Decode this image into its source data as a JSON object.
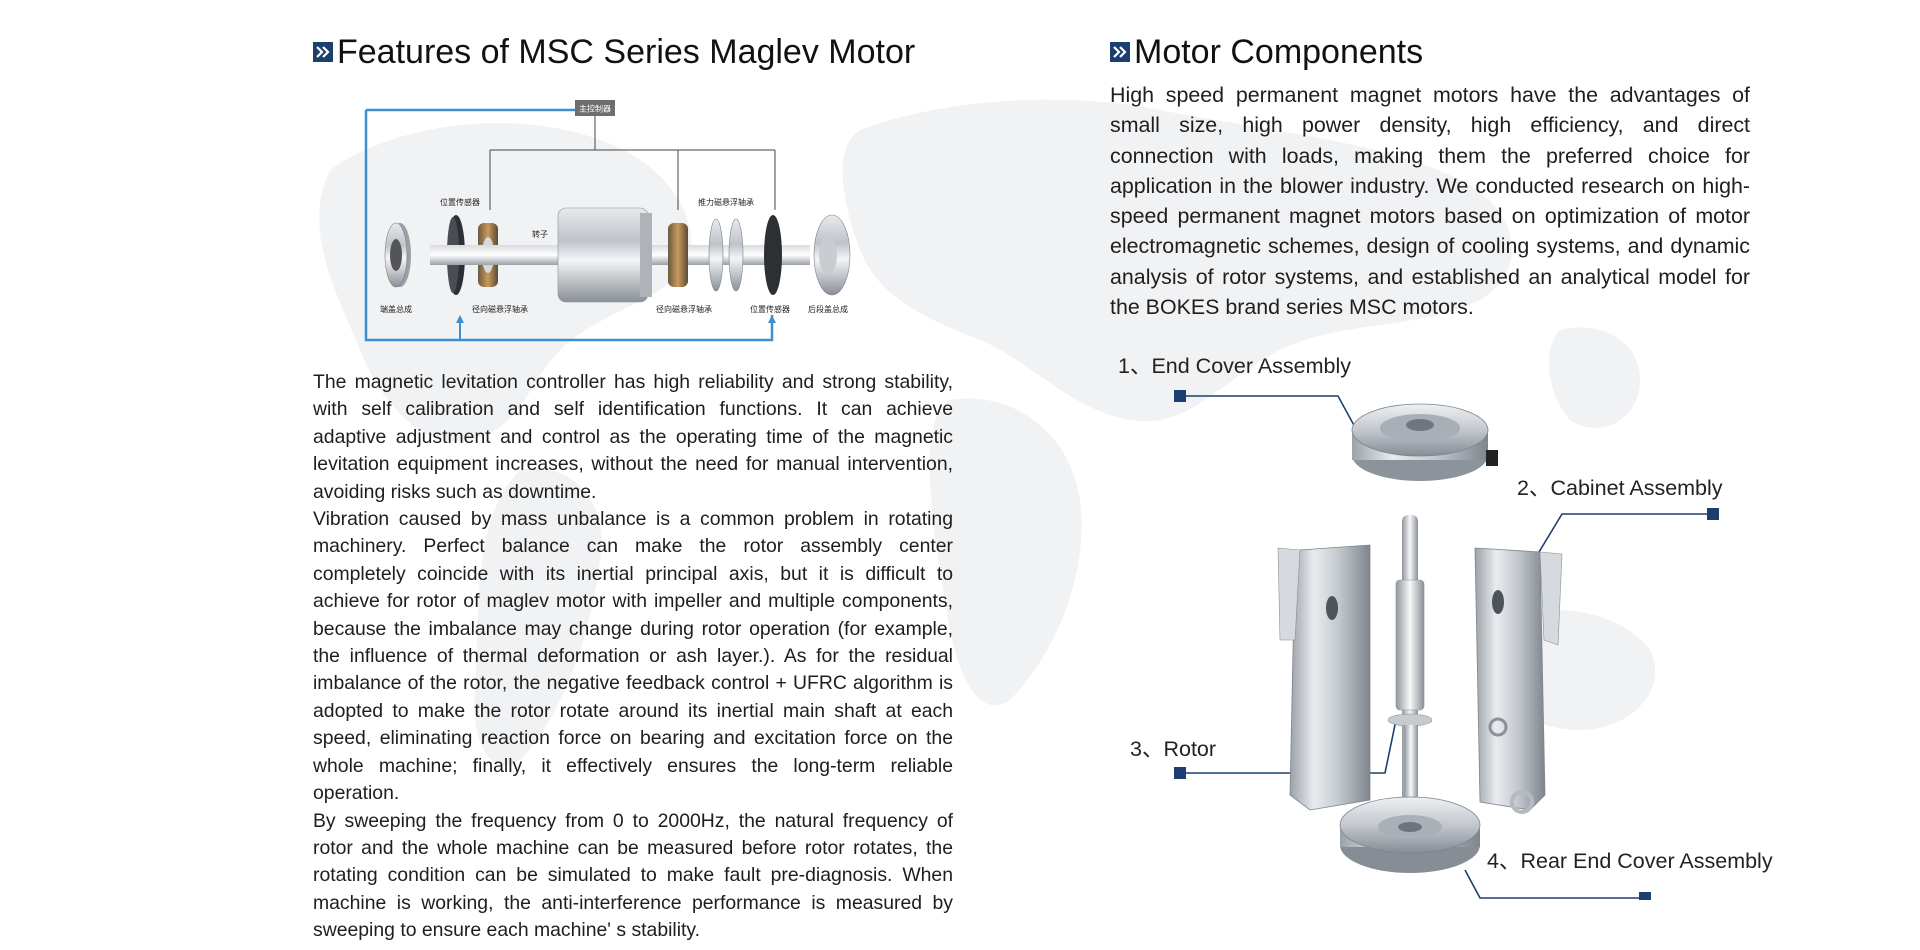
{
  "left": {
    "title": "Features of MSC Series Maglev Motor",
    "diagram": {
      "controller_label": "主控制器",
      "labels": {
        "position_sensor_top": "位置传感器",
        "thrust_bearing": "推力磁悬浮轴承",
        "rotor": "转子",
        "end_cover": "端盖总成",
        "radial_bearing_1": "径向磁悬浮轴承",
        "radial_bearing_2": "径向磁悬浮轴承",
        "position_sensor_bottom": "位置传感器",
        "rear_cover": "后段盖总成"
      }
    },
    "paragraphs": [
      "The magnetic levitation controller has high reliability and strong stability, with self calibration and self identification functions. It can achieve adaptive adjustment and control as the operating time of the magnetic levitation equipment increases, without the need for manual intervention, avoiding risks such as downtime.",
      "Vibration caused by mass unbalance is a common problem in rotating machinery. Perfect balance can make the rotor assembly center completely coincide with its inertial principal axis, but it is difficult to achieve for rotor of maglev motor with impeller and multiple components, because the imbalance may change during rotor operation (for example, the influence of thermal deformation or ash layer.). As for the residual imbalance of the rotor, the negative feedback control + UFRC algorithm is adopted to make the rotor rotate around its inertial main shaft at each speed, eliminating reaction force on bearing and excitation force on the whole machine; finally, it effectively ensures the long-term reliable operation.",
      "By sweeping the frequency from 0 to 2000Hz, the natural frequency of rotor and the whole machine can be measured before rotor rotates, the rotating condition can be simulated to make fault pre-diagnosis. When machine is working, the anti-interference performance is measured by sweeping to ensure each machine' s stability."
    ]
  },
  "right": {
    "title": "Motor Components",
    "paragraph": "High speed permanent magnet motors have the advantages of small size, high power density, high efficiency, and direct connection with loads, making them the preferred choice for application in the blower industry. We conducted research on high-speed permanent magnet motors based on optimization of motor electromagnetic schemes, design of cooling systems, and dynamic analysis of rotor systems, and established an analytical model for the BOKES brand series MSC motors.",
    "components": [
      {
        "label": "1、End Cover Assembly"
      },
      {
        "label": "2、Cabinet Assembly"
      },
      {
        "label": "3、Rotor"
      },
      {
        "label": "4、Rear End Cover Assembly"
      }
    ]
  },
  "colors": {
    "badge": "#1c3f70",
    "callout_line": "#1c3f70",
    "diagram_frame": "#3d8fd1",
    "text": "#1e1e1e"
  },
  "icons": {
    "title_badge": "double-chevron-right-icon"
  }
}
